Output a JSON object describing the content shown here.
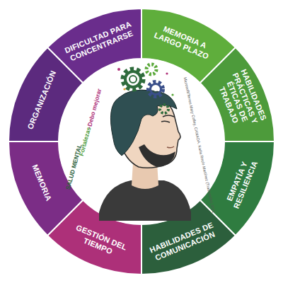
{
  "diagram": {
    "nodes": [
      {
        "text": [
          "DIFICULTAD PARA CONCENTRARSE"
        ]
      },
      {
        "text": [
          "MEMORIA A LARGO PLAZO"
        ]
      },
      {
        "text": [
          "HABILIDADES PRÁCTICAS Y ÉTICAS DE TRABAJO"
        ]
      },
      {
        "text": [
          "EMPATÍA Y RESILIENCIA"
        ]
      },
      {
        "text": [
          "HABILIDADES DE COMUNICACIÓN"
        ]
      },
      {
        "text": [
          "GESTIÓN DEL TIEMPO"
        ]
      },
      {
        "text": [
          "MEMORIA"
        ]
      },
      {
        "text": [
          "ORGANIZACIÓN"
        ]
      }
    ],
    "labels": [
      "SALUD MENTAL",
      "Fortalezas",
      "-",
      "Debo mejorar",
      "Microsoft/Terres Mary Colley, CANADA. Karla Rocío Martínez (Traducción) 2021"
    ]
  }
}
